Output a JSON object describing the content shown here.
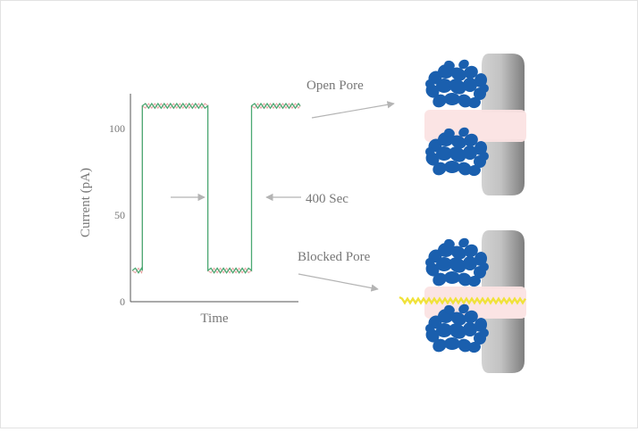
{
  "chart_data": {
    "type": "line",
    "title": "",
    "xlabel": "Time",
    "ylabel": "Current (pA)",
    "ylim": [
      0,
      120
    ],
    "yticks": [
      0,
      50,
      100
    ],
    "grid": false,
    "series": [
      {
        "x": [
          0,
          0.6,
          0.6,
          4.5,
          4.5,
          7.1,
          7.1,
          10
        ],
        "y": [
          18,
          18,
          113,
          113,
          18,
          18,
          113,
          113
        ]
      }
    ],
    "colors": {
      "trace": "#4aa872",
      "trace_accent": "#e08a8a",
      "axis": "#555555"
    }
  },
  "annotations": {
    "duration_label": "400 Sec"
  },
  "diagram": {
    "open_pore_label": "Open Pore",
    "blocked_pore_label": "Blocked Pore",
    "colors": {
      "protein": "#1a5fae",
      "membrane": "#9b9b9b",
      "channel": "#fbe3e3",
      "strand": "#f0e23a",
      "arrow": "#b4b4b4"
    }
  }
}
